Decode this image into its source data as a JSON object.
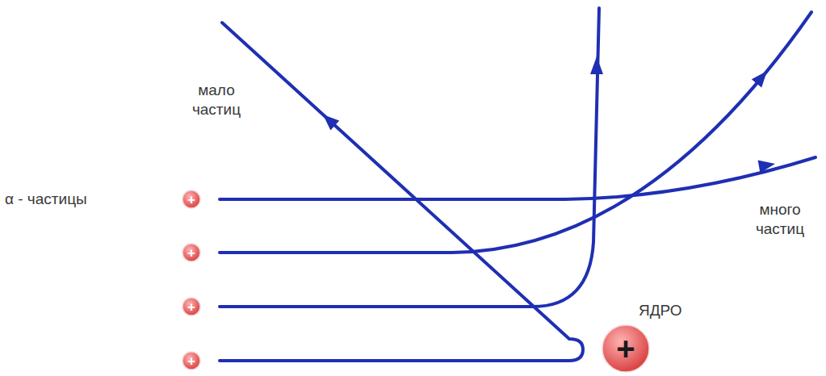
{
  "diagram": {
    "nodes": [
      {
        "text": [
          "+"
        ]
      },
      {
        "text": [
          "+"
        ]
      },
      {
        "text": [
          "+"
        ]
      },
      {
        "text": [
          "+"
        ]
      },
      {
        "text": [
          "ЯДРО",
          "+"
        ]
      }
    ],
    "labels": [
      "мало частиц",
      "α - частицы",
      "много частиц"
    ]
  }
}
